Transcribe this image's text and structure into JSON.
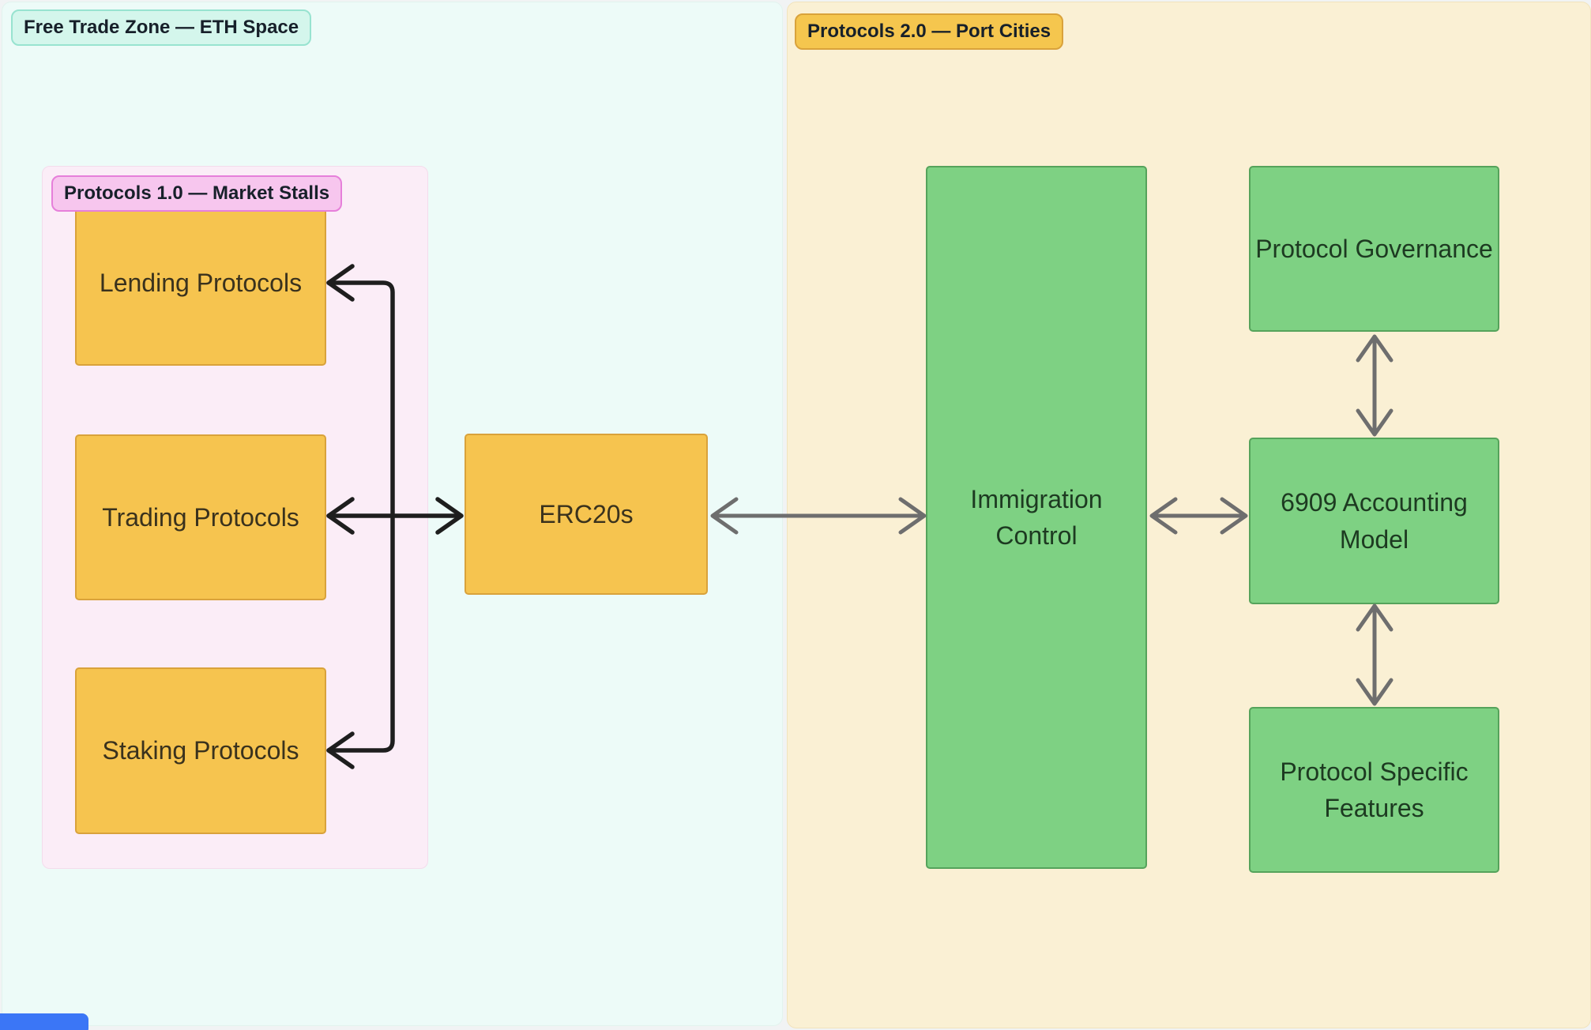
{
  "canvas": {
    "background": "#f1f3f4",
    "zones": {
      "eth_space": {
        "label": "Free Trade Zone — ETH Space",
        "fill": "#edfbf8",
        "label_fill": "#d4f6ec",
        "label_border": "#98e3d0"
      },
      "port_cities": {
        "label": "Protocols 2.0 — Port Cities",
        "fill": "#faf0d4",
        "label_fill": "#f5c64e",
        "label_border": "#d9a23b"
      },
      "market_stalls": {
        "label": "Protocols 1.0 — Market Stalls",
        "fill": "#fbedf7",
        "label_fill": "#f7c6ee",
        "label_border": "#e67fda"
      }
    },
    "nodes": {
      "lending": {
        "label": "Lending Protocols",
        "fill": "#f6c44f",
        "border": "#d9a23b"
      },
      "trading": {
        "label": "Trading Protocols",
        "fill": "#f6c44f",
        "border": "#d9a23b"
      },
      "staking": {
        "label": "Staking Protocols",
        "fill": "#f6c44f",
        "border": "#d9a23b"
      },
      "erc20s": {
        "label": "ERC20s",
        "fill": "#f6c44f",
        "border": "#d9a23b"
      },
      "immigration": {
        "label": "Immigration Control",
        "fill": "#7ed183",
        "border": "#55a35b"
      },
      "governance": {
        "label": "Protocol Governance",
        "fill": "#7ed183",
        "border": "#55a35b"
      },
      "accounting": {
        "label": "6909 Accounting Model",
        "fill": "#7ed183",
        "border": "#55a35b"
      },
      "features": {
        "label": "Protocol Specific Features",
        "fill": "#7ed183",
        "border": "#55a35b"
      }
    },
    "edges": [
      {
        "from": "ERC20s",
        "to": "Lending Protocols",
        "color": "#1e1e1e",
        "bidirectional": true,
        "route": "shared trunk, elbow up-left"
      },
      {
        "from": "ERC20s",
        "to": "Trading Protocols",
        "color": "#1e1e1e",
        "bidirectional": true,
        "route": "straight horizontal"
      },
      {
        "from": "ERC20s",
        "to": "Staking Protocols",
        "color": "#1e1e1e",
        "bidirectional": true,
        "route": "shared trunk, elbow down-left"
      },
      {
        "from": "ERC20s",
        "to": "Immigration Control",
        "color": "#6e6e6e",
        "bidirectional": true,
        "route": "straight horizontal"
      },
      {
        "from": "Immigration Control",
        "to": "6909 Accounting Model",
        "color": "#6e6e6e",
        "bidirectional": true,
        "route": "straight horizontal"
      },
      {
        "from": "Protocol Governance",
        "to": "6909 Accounting Model",
        "color": "#6e6e6e",
        "bidirectional": true,
        "route": "straight vertical"
      },
      {
        "from": "6909 Accounting Model",
        "to": "Protocol Specific Features",
        "color": "#6e6e6e",
        "bidirectional": true,
        "route": "straight vertical"
      }
    ],
    "arrow_colors": {
      "black": "#1e1e1e",
      "gray": "#6e6e6e"
    },
    "ui": {
      "bottom_left_bar_color": "#3b76f6"
    }
  }
}
